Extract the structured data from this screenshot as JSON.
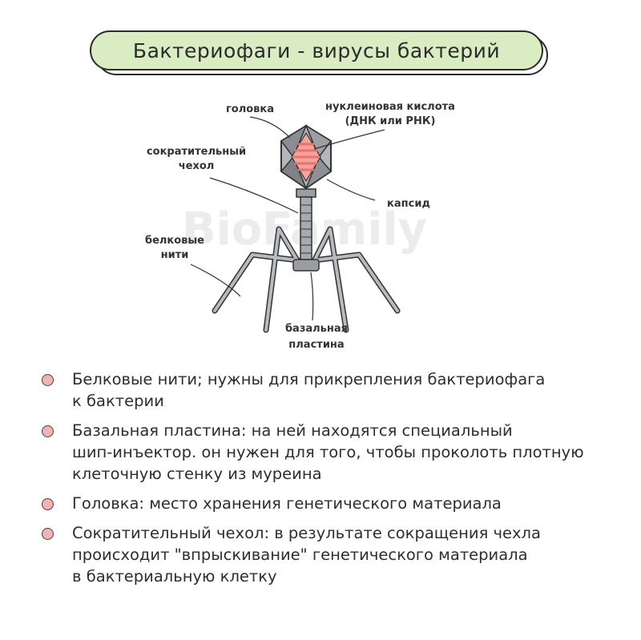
{
  "title": "Бактериофаги - вирусы бактерий",
  "diagram": {
    "labels": {
      "head": "головка",
      "nucleic_acid_line1": "нуклеиновая кислота",
      "nucleic_acid_line2": "(ДНК или РНК)",
      "sheath_line1": "сократительный",
      "sheath_line2": "чехол",
      "capsid": "капсид",
      "fibers_line1": "белковые",
      "fibers_line2": "нити",
      "plate_line1": "базальная",
      "plate_line2": "пластина"
    },
    "watermark": "BioFamily"
  },
  "bullets": [
    {
      "text": "Белковые нити; нужны для прикрепления бактериофага\nк бактерии"
    },
    {
      "text": "Базальная пластина: на ней находятся специальный\nшип-инъектор. он нужен для того, чтобы проколоть плотную\nклеточную стенку из муреина"
    },
    {
      "text": "Головка: место хранения генетического материала"
    },
    {
      "text": "Сократительный чехол: в результате сокращения чехла\nпроисходит \"впрыскивание\" генетического материала\nв бактериальную клетку"
    }
  ],
  "colors": {
    "banner": "#d9ecc2",
    "bullet_dot": "#f4b3b3",
    "phage_body": "#9a9ea3",
    "nucleic_acid": "#e8736b"
  }
}
